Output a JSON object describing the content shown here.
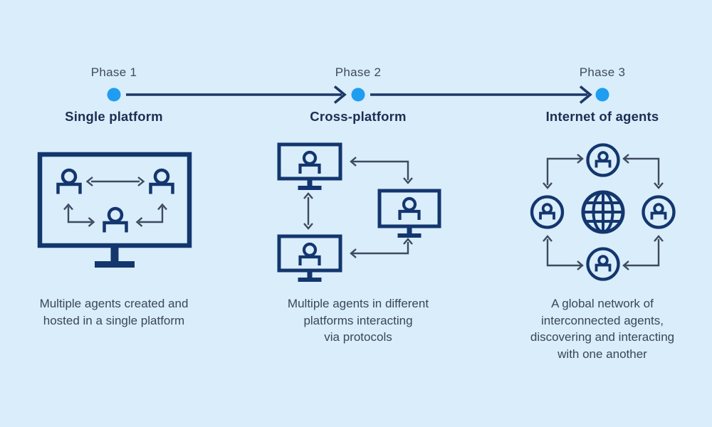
{
  "diagram_title": "",
  "colors": {
    "background": "#d9edfb",
    "icon_navy": "#14366e",
    "arrow_gray": "#3e4a5e",
    "timeline_navy": "#1d3867",
    "accent_dot": "#1f9df1",
    "label_text": "#3f4a59",
    "title_text": "#1c2e52",
    "caption_text": "#3a4659"
  },
  "timeline": {
    "type": "horizontal-arrow-timeline",
    "dot_count": 3
  },
  "phases": [
    {
      "label": "Phase 1",
      "title": "Single platform",
      "caption": "Multiple agents created and\nhosted in a single platform",
      "icon": "single-platform-monitor-icon"
    },
    {
      "label": "Phase 2",
      "title": "Cross-platform",
      "caption": "Multiple agents in different\nplatforms interacting\nvia protocols",
      "icon": "cross-platform-monitors-icon"
    },
    {
      "label": "Phase 3",
      "title": "Internet of agents",
      "caption": "A global network of\ninterconnected agents,\ndiscovering and interacting\nwith one another",
      "icon": "internet-of-agents-globe-icon"
    }
  ]
}
